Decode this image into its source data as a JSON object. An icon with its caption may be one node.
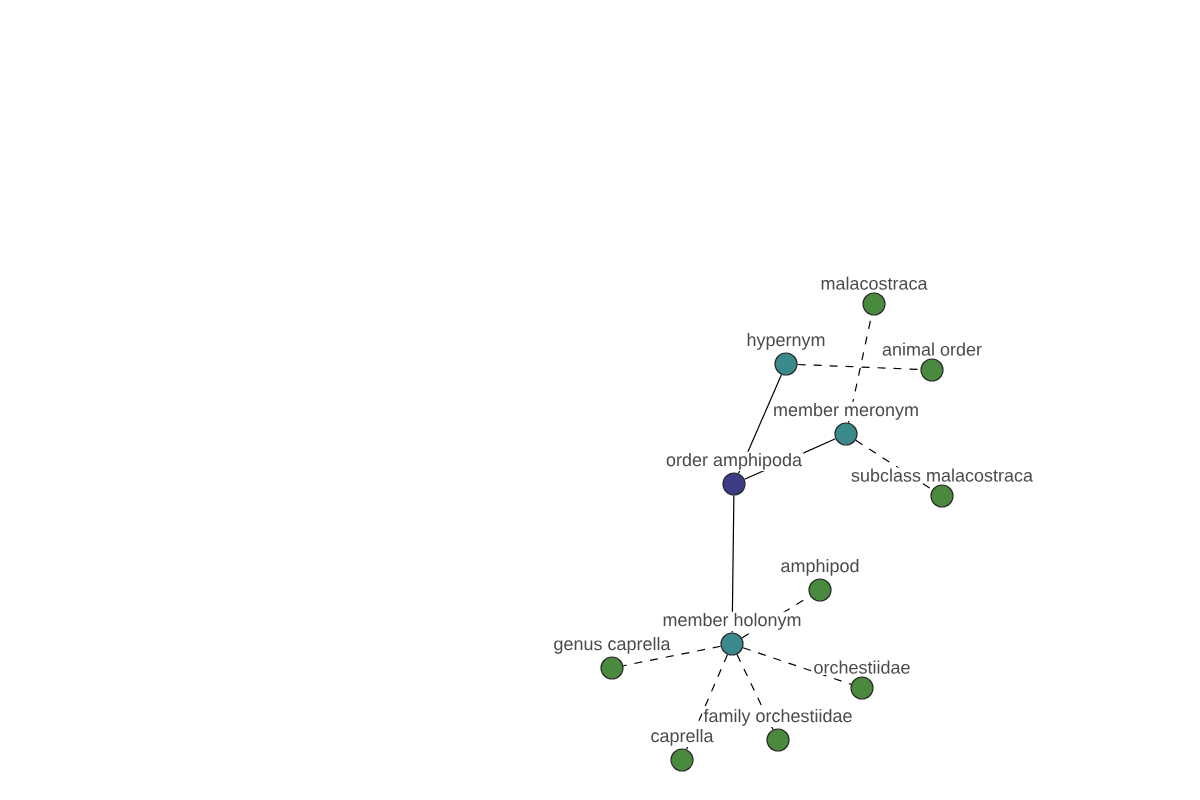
{
  "diagram": {
    "nodes": [
      {
        "text": [
          "malacostraca"
        ]
      },
      {
        "text": [
          "hypernym"
        ]
      },
      {
        "text": [
          "animal order"
        ]
      },
      {
        "text": [
          "member meronym"
        ]
      },
      {
        "text": [
          "order amphipoda"
        ]
      },
      {
        "text": [
          "subclass malacostraca"
        ]
      },
      {
        "text": [
          "amphipod"
        ]
      },
      {
        "text": [
          "member holonym"
        ]
      },
      {
        "text": [
          "genus caprella"
        ]
      },
      {
        "text": [
          "orchestiidae"
        ]
      },
      {
        "text": [
          "family orchestiidae"
        ]
      },
      {
        "text": [
          "caprella"
        ]
      }
    ],
    "edges": [
      {
        "from": 4,
        "to": 1,
        "arrow": "none"
      },
      {
        "from": 4,
        "to": 3,
        "arrow": "none"
      },
      {
        "from": 4,
        "to": 7,
        "arrow": "none"
      },
      {
        "from": 1,
        "to": 2,
        "arrow": "none",
        "style": "dashed"
      },
      {
        "from": 3,
        "to": 0,
        "arrow": "none",
        "style": "dashed"
      },
      {
        "from": 3,
        "to": 5,
        "arrow": "none",
        "style": "dashed"
      },
      {
        "from": 7,
        "to": 6,
        "arrow": "none",
        "style": "dashed"
      },
      {
        "from": 7,
        "to": 8,
        "arrow": "none",
        "style": "dashed"
      },
      {
        "from": 7,
        "to": 9,
        "arrow": "none",
        "style": "dashed"
      },
      {
        "from": 7,
        "to": 10,
        "arrow": "none",
        "style": "dashed"
      },
      {
        "from": 7,
        "to": 11,
        "arrow": "none",
        "style": "dashed"
      }
    ]
  }
}
